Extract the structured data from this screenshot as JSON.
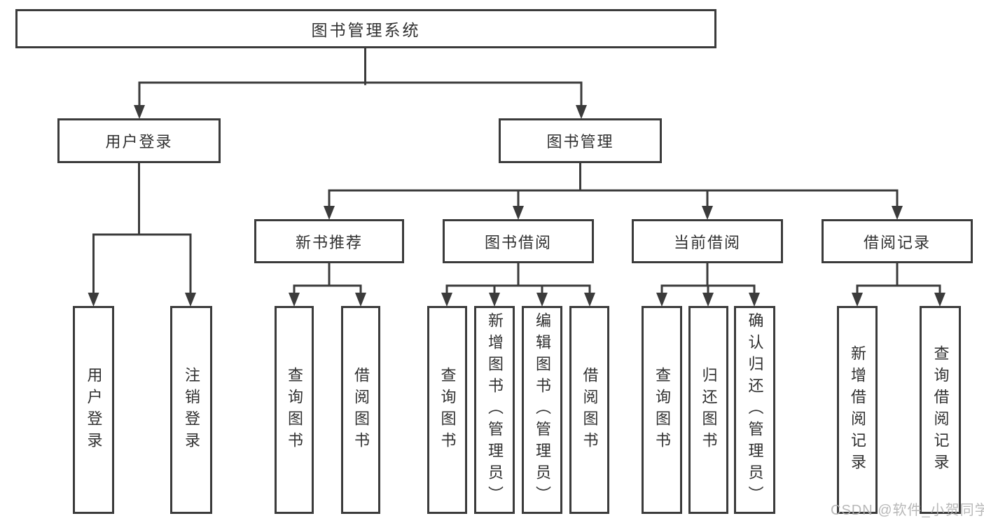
{
  "diagram": {
    "tree": {
      "root": {
        "label": "图书管理系统"
      },
      "branches": [
        {
          "label": "用户登录",
          "children": [
            {
              "label": "用户登录"
            },
            {
              "label": "注销登录"
            }
          ]
        },
        {
          "label": "图书管理",
          "children": [
            {
              "label": "新书推荐",
              "children": [
                {
                  "label": "查询图书"
                },
                {
                  "label": "借阅图书"
                }
              ]
            },
            {
              "label": "图书借阅",
              "children": [
                {
                  "label": "查询图书"
                },
                {
                  "label": "新增图书（管理员）"
                },
                {
                  "label": "编辑图书（管理员）"
                },
                {
                  "label": "借阅图书"
                }
              ]
            },
            {
              "label": "当前借阅",
              "children": [
                {
                  "label": "查询图书"
                },
                {
                  "label": "归还图书"
                },
                {
                  "label": "确认归还（管理员）"
                }
              ]
            },
            {
              "label": "借阅记录",
              "children": [
                {
                  "label": "新增借阅记录"
                },
                {
                  "label": "查询借阅记录"
                }
              ]
            }
          ]
        }
      ]
    }
  },
  "watermark": {
    "text": "CSDN @软件_小贺同学"
  },
  "colors": {
    "line": "#3b3b3b",
    "text": "#303030",
    "box_background": "#ffffff",
    "watermark": "#b0b0b0",
    "background": "#ffffff"
  }
}
